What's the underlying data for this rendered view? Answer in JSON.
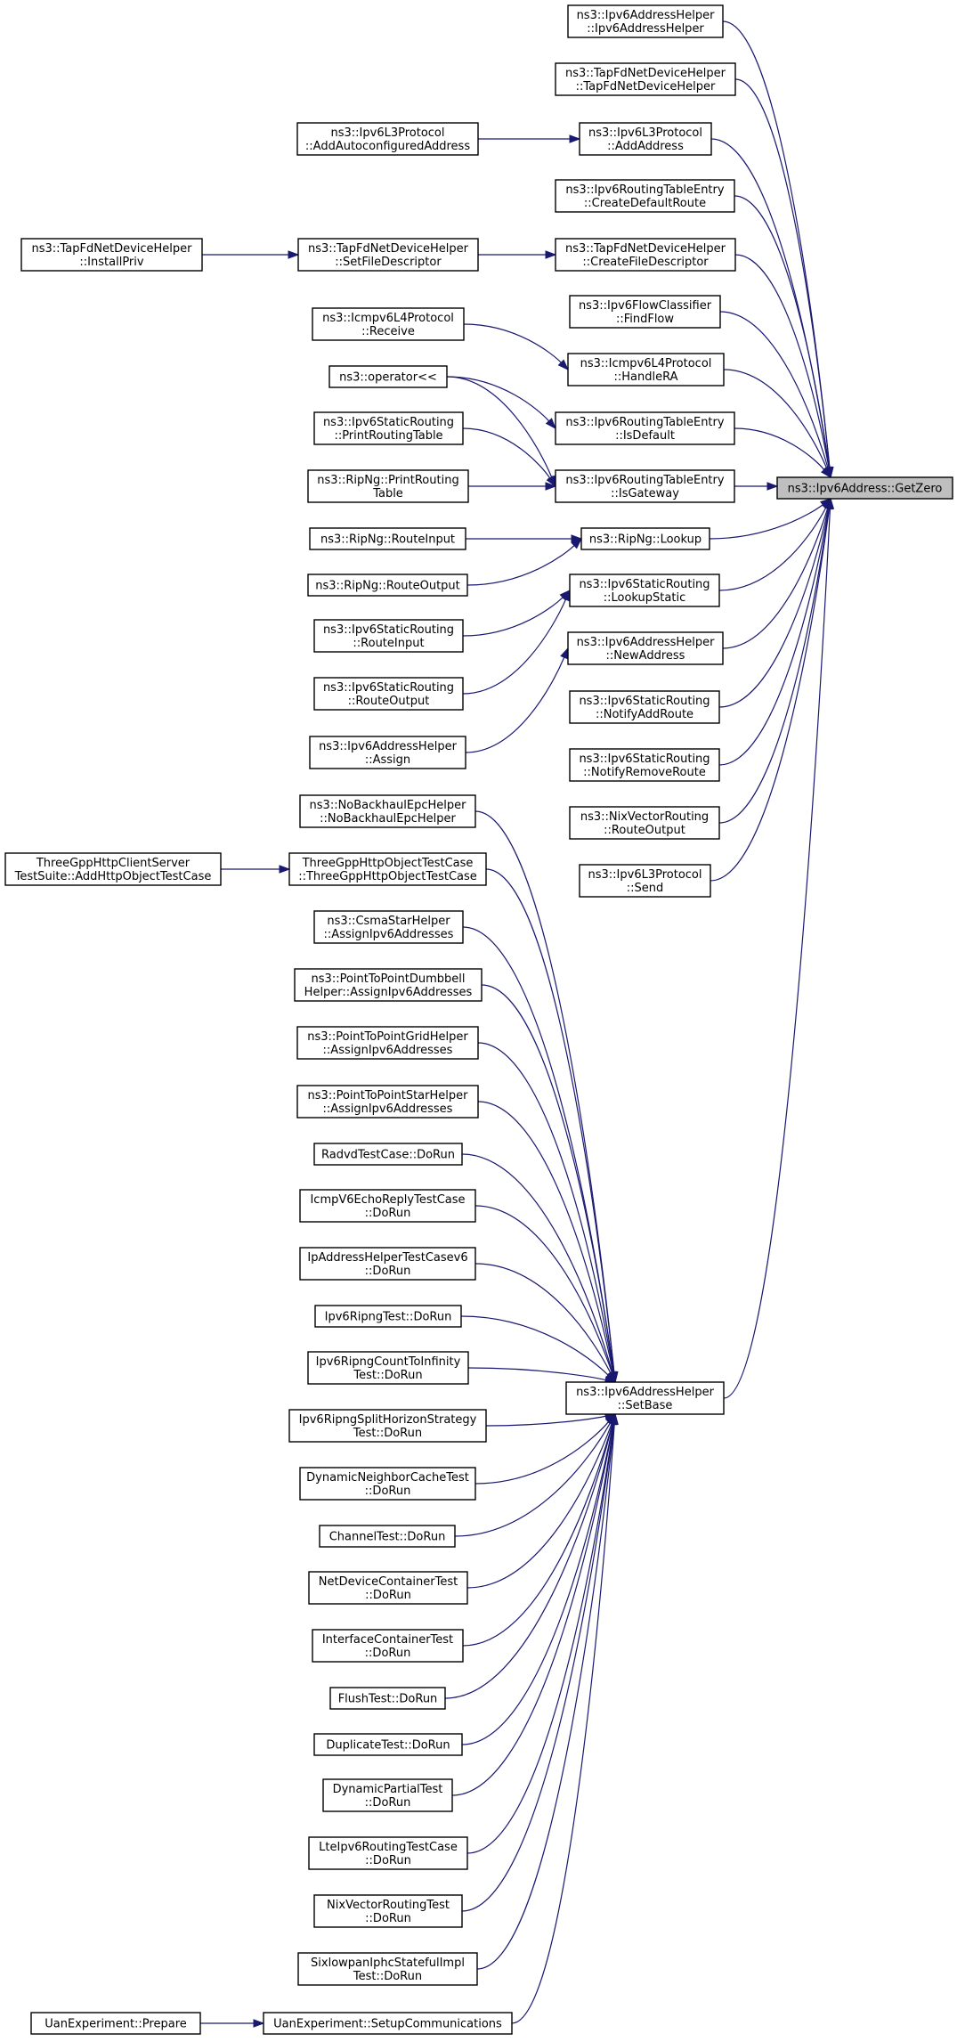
{
  "diagram": {
    "title": "",
    "focus_node": "getzero",
    "colors": {
      "edge": "#191970",
      "node_border": "#000000",
      "node_fill": "#ffffff",
      "focus_fill": "#bfbfbf"
    },
    "nodes": [
      {
        "id": "getzero",
        "lines": [
          "ns3::Ipv6Address::GetZero"
        ],
        "focus": true
      },
      {
        "id": "addrhelper_ctor",
        "lines": [
          "ns3::Ipv6AddressHelper",
          "::Ipv6AddressHelper"
        ]
      },
      {
        "id": "tapfd_ctor",
        "lines": [
          "ns3::TapFdNetDeviceHelper",
          "::TapFdNetDeviceHelper"
        ]
      },
      {
        "id": "l3_addautoconf",
        "lines": [
          "ns3::Ipv6L3Protocol",
          "::AddAutoconfiguredAddress"
        ]
      },
      {
        "id": "l3_addaddress",
        "lines": [
          "ns3::Ipv6L3Protocol",
          "::AddAddress"
        ]
      },
      {
        "id": "rte_createdefault",
        "lines": [
          "ns3::Ipv6RoutingTableEntry",
          "::CreateDefaultRoute"
        ]
      },
      {
        "id": "tapfd_installpriv",
        "lines": [
          "ns3::TapFdNetDeviceHelper",
          "::InstallPriv"
        ]
      },
      {
        "id": "tapfd_setfiledesc",
        "lines": [
          "ns3::TapFdNetDeviceHelper",
          "::SetFileDescriptor"
        ]
      },
      {
        "id": "tapfd_createfiledesc",
        "lines": [
          "ns3::TapFdNetDeviceHelper",
          "::CreateFileDescriptor"
        ]
      },
      {
        "id": "flowclassifier_findflow",
        "lines": [
          "ns3::Ipv6FlowClassifier",
          "::FindFlow"
        ]
      },
      {
        "id": "icmp_receive",
        "lines": [
          "ns3::Icmpv6L4Protocol",
          "::Receive"
        ]
      },
      {
        "id": "icmp_handlera",
        "lines": [
          "ns3::Icmpv6L4Protocol",
          "::HandleRA"
        ]
      },
      {
        "id": "operator_ls",
        "lines": [
          "ns3::operator<<"
        ]
      },
      {
        "id": "rte_isdefault",
        "lines": [
          "ns3::Ipv6RoutingTableEntry",
          "::IsDefault"
        ]
      },
      {
        "id": "static_printrt",
        "lines": [
          "ns3::Ipv6StaticRouting",
          "::PrintRoutingTable"
        ]
      },
      {
        "id": "ripng_printrt",
        "lines": [
          "ns3::RipNg::PrintRouting",
          "Table"
        ]
      },
      {
        "id": "rte_isgateway",
        "lines": [
          "ns3::Ipv6RoutingTableEntry",
          "::IsGateway"
        ]
      },
      {
        "id": "ripng_routeinput",
        "lines": [
          "ns3::RipNg::RouteInput"
        ]
      },
      {
        "id": "ripng_lookup",
        "lines": [
          "ns3::RipNg::Lookup"
        ]
      },
      {
        "id": "ripng_routeoutput",
        "lines": [
          "ns3::RipNg::RouteOutput"
        ]
      },
      {
        "id": "static_lookupstatic",
        "lines": [
          "ns3::Ipv6StaticRouting",
          "::LookupStatic"
        ]
      },
      {
        "id": "static_routeinput",
        "lines": [
          "ns3::Ipv6StaticRouting",
          "::RouteInput"
        ]
      },
      {
        "id": "addrhelper_newaddress",
        "lines": [
          "ns3::Ipv6AddressHelper",
          "::NewAddress"
        ]
      },
      {
        "id": "static_routeoutput",
        "lines": [
          "ns3::Ipv6StaticRouting",
          "::RouteOutput"
        ]
      },
      {
        "id": "static_notifyadd",
        "lines": [
          "ns3::Ipv6StaticRouting",
          "::NotifyAddRoute"
        ]
      },
      {
        "id": "addrhelper_assign",
        "lines": [
          "ns3::Ipv6AddressHelper",
          "::Assign"
        ]
      },
      {
        "id": "static_notifyremove",
        "lines": [
          "ns3::Ipv6StaticRouting",
          "::NotifyRemoveRoute"
        ]
      },
      {
        "id": "nix_routeoutput",
        "lines": [
          "ns3::NixVectorRouting",
          "::RouteOutput"
        ]
      },
      {
        "id": "l3_send",
        "lines": [
          "ns3::Ipv6L3Protocol",
          "::Send"
        ]
      },
      {
        "id": "nobackhaul",
        "lines": [
          "ns3::NoBackhaulEpcHelper",
          "::NoBackhaulEpcHelper"
        ]
      },
      {
        "id": "tgpp_suite_add",
        "lines": [
          "ThreeGppHttpClientServer",
          "TestSuite::AddHttpObjectTestCase"
        ]
      },
      {
        "id": "tgpp_testcase",
        "lines": [
          "ThreeGppHttpObjectTestCase",
          "::ThreeGppHttpObjectTestCase"
        ]
      },
      {
        "id": "csmastar_assign",
        "lines": [
          "ns3::CsmaStarHelper",
          "::AssignIpv6Addresses"
        ]
      },
      {
        "id": "p2pdumbbell_assign",
        "lines": [
          "ns3::PointToPointDumbbell",
          "Helper::AssignIpv6Addresses"
        ]
      },
      {
        "id": "p2pgrid_assign",
        "lines": [
          "ns3::PointToPointGridHelper",
          "::AssignIpv6Addresses"
        ]
      },
      {
        "id": "p2pstar_assign",
        "lines": [
          "ns3::PointToPointStarHelper",
          "::AssignIpv6Addresses"
        ]
      },
      {
        "id": "radvd_dorun",
        "lines": [
          "RadvdTestCase::DoRun"
        ]
      },
      {
        "id": "icmpecho_dorun",
        "lines": [
          "IcmpV6EchoReplyTestCase",
          "::DoRun"
        ]
      },
      {
        "id": "ipaddrhelper_dorun",
        "lines": [
          "IpAddressHelperTestCasev6",
          "::DoRun"
        ]
      },
      {
        "id": "ripngtest_dorun",
        "lines": [
          "Ipv6RipngTest::DoRun"
        ]
      },
      {
        "id": "ripngcount_dorun",
        "lines": [
          "Ipv6RipngCountToInfinity",
          "Test::DoRun"
        ]
      },
      {
        "id": "setbase",
        "lines": [
          "ns3::Ipv6AddressHelper",
          "::SetBase"
        ]
      },
      {
        "id": "ripngsplit_dorun",
        "lines": [
          "Ipv6RipngSplitHorizonStrategy",
          "Test::DoRun"
        ]
      },
      {
        "id": "dynneighbor_dorun",
        "lines": [
          "DynamicNeighborCacheTest",
          "::DoRun"
        ]
      },
      {
        "id": "channeltest_dorun",
        "lines": [
          "ChannelTest::DoRun"
        ]
      },
      {
        "id": "netdevcontainer_dorun",
        "lines": [
          "NetDeviceContainerTest",
          "::DoRun"
        ]
      },
      {
        "id": "ifcontainer_dorun",
        "lines": [
          "InterfaceContainerTest",
          "::DoRun"
        ]
      },
      {
        "id": "flushtest_dorun",
        "lines": [
          "FlushTest::DoRun"
        ]
      },
      {
        "id": "duplicatetest_dorun",
        "lines": [
          "DuplicateTest::DoRun"
        ]
      },
      {
        "id": "dynpartial_dorun",
        "lines": [
          "DynamicPartialTest",
          "::DoRun"
        ]
      },
      {
        "id": "lteipv6_dorun",
        "lines": [
          "LteIpv6RoutingTestCase",
          "::DoRun"
        ]
      },
      {
        "id": "nixtest_dorun",
        "lines": [
          "NixVectorRoutingTest",
          "::DoRun"
        ]
      },
      {
        "id": "sixlowpan_dorun",
        "lines": [
          "SixlowpanIphcStatefulImpl",
          "Test::DoRun"
        ]
      },
      {
        "id": "uan_prepare",
        "lines": [
          "UanExperiment::Prepare"
        ]
      },
      {
        "id": "uan_setupcomm",
        "lines": [
          "UanExperiment::SetupCommunications"
        ]
      }
    ],
    "edges": [
      [
        "addrhelper_ctor",
        "getzero"
      ],
      [
        "tapfd_ctor",
        "getzero"
      ],
      [
        "l3_addautoconf",
        "l3_addaddress"
      ],
      [
        "l3_addaddress",
        "getzero"
      ],
      [
        "rte_createdefault",
        "getzero"
      ],
      [
        "tapfd_installpriv",
        "tapfd_setfiledesc"
      ],
      [
        "tapfd_setfiledesc",
        "tapfd_createfiledesc"
      ],
      [
        "tapfd_createfiledesc",
        "getzero"
      ],
      [
        "flowclassifier_findflow",
        "getzero"
      ],
      [
        "icmp_receive",
        "icmp_handlera"
      ],
      [
        "icmp_handlera",
        "getzero"
      ],
      [
        "operator_ls",
        "rte_isdefault"
      ],
      [
        "operator_ls",
        "rte_isgateway"
      ],
      [
        "rte_isdefault",
        "getzero"
      ],
      [
        "static_printrt",
        "rte_isgateway"
      ],
      [
        "ripng_printrt",
        "rte_isgateway"
      ],
      [
        "rte_isgateway",
        "getzero"
      ],
      [
        "ripng_routeinput",
        "ripng_lookup"
      ],
      [
        "ripng_routeoutput",
        "ripng_lookup"
      ],
      [
        "ripng_lookup",
        "getzero"
      ],
      [
        "static_routeinput",
        "static_lookupstatic"
      ],
      [
        "static_routeoutput",
        "static_lookupstatic"
      ],
      [
        "static_lookupstatic",
        "getzero"
      ],
      [
        "addrhelper_assign",
        "addrhelper_newaddress"
      ],
      [
        "addrhelper_newaddress",
        "getzero"
      ],
      [
        "static_notifyadd",
        "getzero"
      ],
      [
        "static_notifyremove",
        "getzero"
      ],
      [
        "nix_routeoutput",
        "getzero"
      ],
      [
        "l3_send",
        "getzero"
      ],
      [
        "setbase",
        "getzero"
      ],
      [
        "nobackhaul",
        "setbase"
      ],
      [
        "tgpp_suite_add",
        "tgpp_testcase"
      ],
      [
        "tgpp_testcase",
        "setbase"
      ],
      [
        "csmastar_assign",
        "setbase"
      ],
      [
        "p2pdumbbell_assign",
        "setbase"
      ],
      [
        "p2pgrid_assign",
        "setbase"
      ],
      [
        "p2pstar_assign",
        "setbase"
      ],
      [
        "radvd_dorun",
        "setbase"
      ],
      [
        "icmpecho_dorun",
        "setbase"
      ],
      [
        "ipaddrhelper_dorun",
        "setbase"
      ],
      [
        "ripngtest_dorun",
        "setbase"
      ],
      [
        "ripngcount_dorun",
        "setbase"
      ],
      [
        "ripngsplit_dorun",
        "setbase"
      ],
      [
        "dynneighbor_dorun",
        "setbase"
      ],
      [
        "channeltest_dorun",
        "setbase"
      ],
      [
        "netdevcontainer_dorun",
        "setbase"
      ],
      [
        "ifcontainer_dorun",
        "setbase"
      ],
      [
        "flushtest_dorun",
        "setbase"
      ],
      [
        "duplicatetest_dorun",
        "setbase"
      ],
      [
        "dynpartial_dorun",
        "setbase"
      ],
      [
        "lteipv6_dorun",
        "setbase"
      ],
      [
        "nixtest_dorun",
        "setbase"
      ],
      [
        "sixlowpan_dorun",
        "setbase"
      ],
      [
        "uan_prepare",
        "uan_setupcomm"
      ],
      [
        "uan_setupcomm",
        "setbase"
      ]
    ]
  }
}
